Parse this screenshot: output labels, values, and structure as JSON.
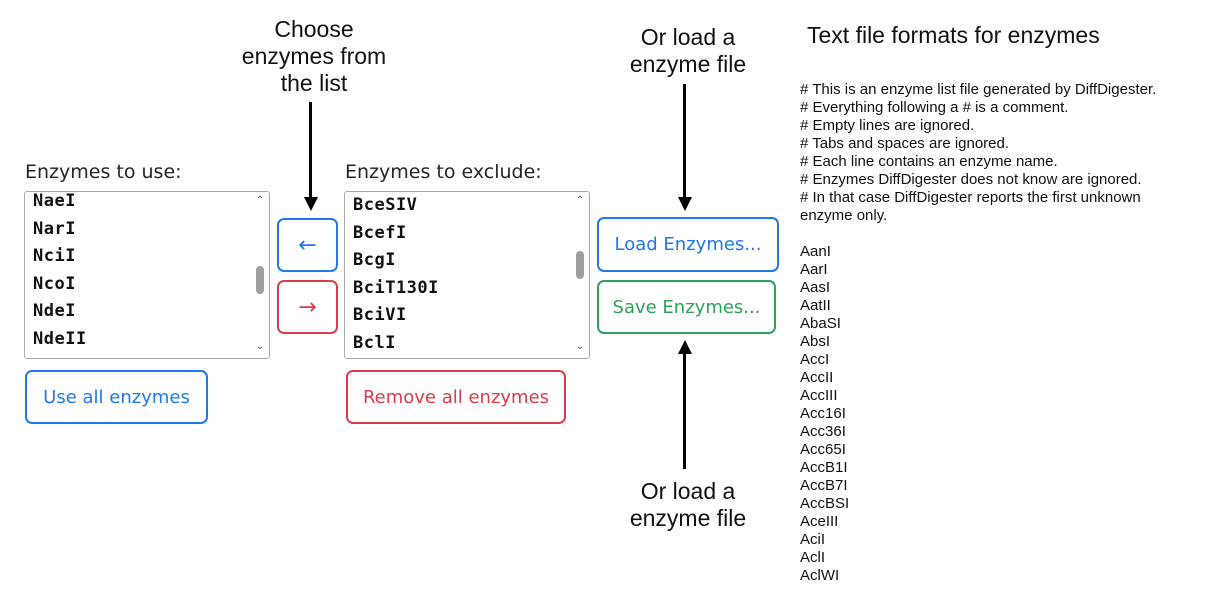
{
  "callouts": {
    "choose": [
      "Choose",
      "enzymes from",
      "the list"
    ],
    "load_top": [
      "Or load a",
      "enzyme file"
    ],
    "load_bottom": [
      "Or load a",
      "enzyme file"
    ]
  },
  "use_panel": {
    "label": "Enzymes to use:",
    "items": [
      "NaeI",
      "NarI",
      "NciI",
      "NcoI",
      "NdeI",
      "NdeII"
    ],
    "scroll_fraction": 0.55,
    "all_button": "Use all enzymes"
  },
  "exclude_panel": {
    "label": "Enzymes to exclude:",
    "items": [
      "BceSIV",
      "BcefI",
      "BcgI",
      "BciT130I",
      "BciVI",
      "BclI"
    ],
    "scroll_fraction": 0.4,
    "all_button": "Remove all enzymes"
  },
  "move_buttons": {
    "to_use": "←",
    "to_exclude": "→"
  },
  "file_buttons": {
    "load": "Load Enzymes...",
    "save": "Save Enzymes..."
  },
  "format": {
    "title": "Text file formats for enzymes",
    "comments": [
      "# This is an enzyme list file generated by DiffDigester.",
      "# Everything following a # is a comment.",
      "# Empty lines are ignored.",
      "# Tabs and spaces are ignored.",
      "# Each line contains an enzyme name.",
      "# Enzymes DiffDigester does not know are ignored.",
      "# In that case DiffDigester reports the first unknown",
      "enzyme only."
    ],
    "enzymes": [
      "AanI",
      "AarI",
      "AasI",
      "AatII",
      "AbaSI",
      "AbsI",
      "AccI",
      "AccII",
      "AccIII",
      "Acc16I",
      "Acc36I",
      "Acc65I",
      "AccB1I",
      "AccB7I",
      "AccBSI",
      "AceIII",
      "AciI",
      "AclI",
      "AclWI"
    ]
  }
}
